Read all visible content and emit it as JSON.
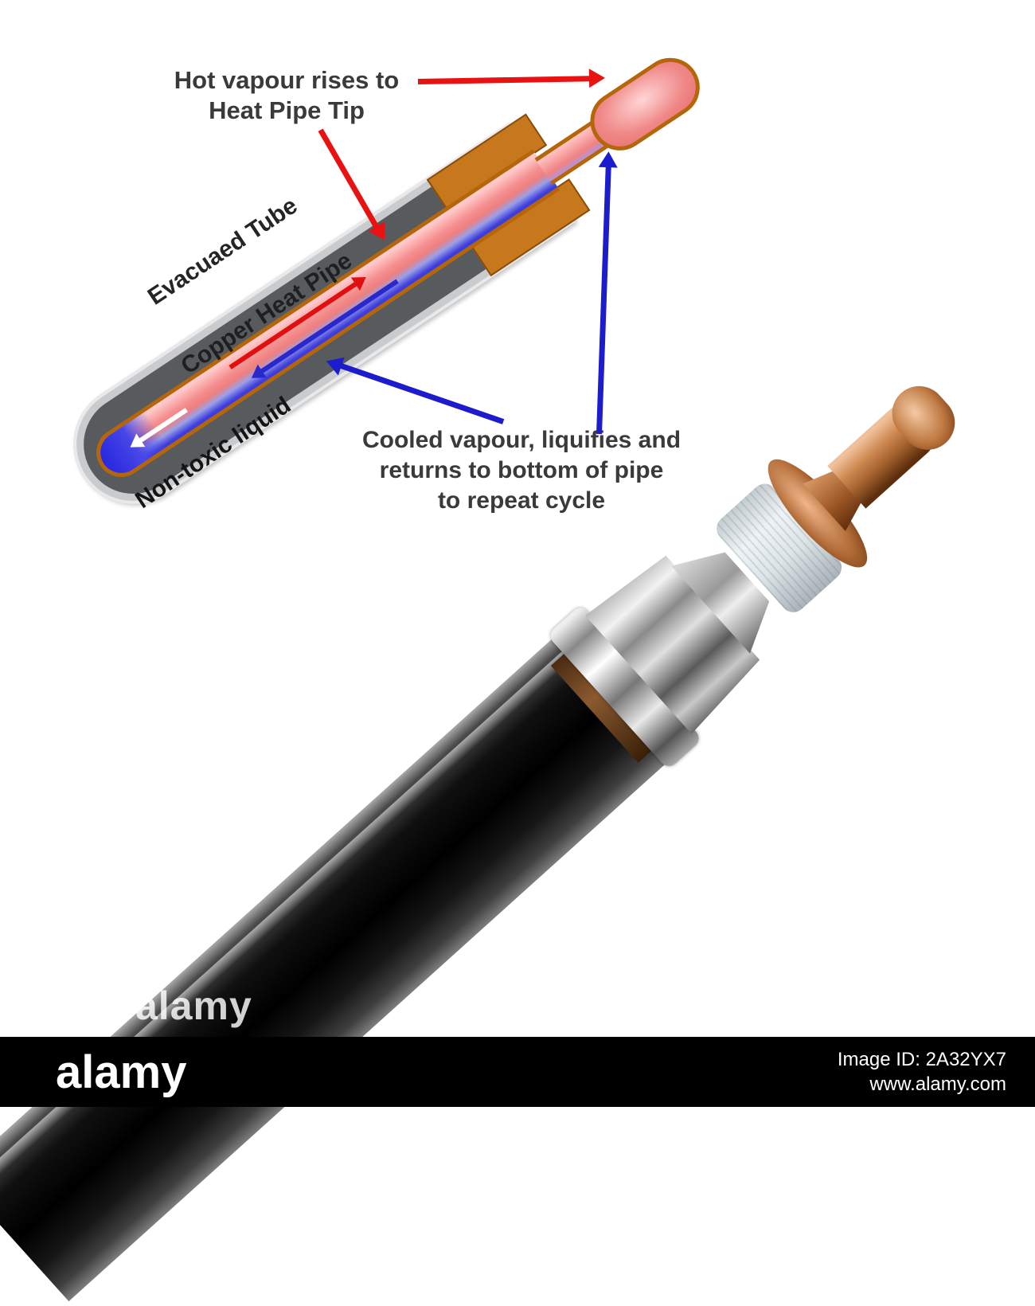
{
  "colors": {
    "hot_arrow_red": "#e81212",
    "cool_arrow_blue": "#2424cc",
    "copper_outline": "#b5660a",
    "glass_gray": "#c9cbcd",
    "vacuum_gray": "#575b5e",
    "liquid_blue": "#3d3ddb",
    "vapour_pink": "#f58f8f"
  },
  "diagram": {
    "hot_vapour_label": {
      "line1": "Hot vapour rises to",
      "line2": "Heat Pipe Tip"
    },
    "evacuated_tube_label": "Evacuaed Tube",
    "copper_heat_pipe_label": "Copper Heat Pipe",
    "non_toxic_liquid_label": "Non-toxic liquid",
    "cooled_vapour_label": {
      "line1": "Cooled vapour, liquifies and",
      "line2": "returns to bottom of pipe",
      "line3": "to repeat cycle"
    }
  },
  "watermark": {
    "text": "alamy"
  },
  "footer": {
    "logo_text": "alamy",
    "image_id_label": "Image ID: 2A32YX7",
    "website_label": "www.alamy.com"
  }
}
